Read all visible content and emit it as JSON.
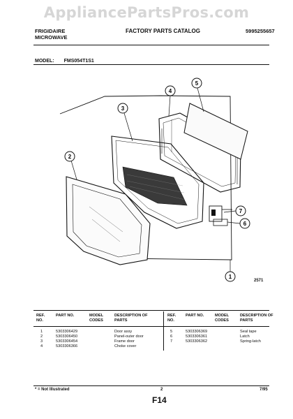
{
  "watermark": "AppliancePartsPros.com",
  "header": {
    "brand_line1": "FRIGIDAIRE",
    "brand_line2": "MICROWAVE",
    "title": "FACTORY PARTS CATALOG",
    "doc_number": "5995255657"
  },
  "model": {
    "label": "MODEL:",
    "value": "FMS054T1S1"
  },
  "callouts": [
    "1",
    "2",
    "3",
    "4",
    "5",
    "6",
    "7"
  ],
  "figure_number": "2571",
  "table_headers": {
    "ref_no": "REF. NO.",
    "part_no": "PART NO.",
    "model_codes": "MODEL CODES",
    "description": "DESCRIPTION OF PARTS"
  },
  "table_left": [
    {
      "ref": "1",
      "part": "5303306429",
      "desc": "Door assy"
    },
    {
      "ref": "2",
      "part": "5303306450",
      "desc": "Panel-outer door"
    },
    {
      "ref": "3",
      "part": "5303306454",
      "desc": "Frame door"
    },
    {
      "ref": "4",
      "part": "5303306366",
      "desc": "Choke cover"
    }
  ],
  "table_right": [
    {
      "ref": "5",
      "part": "5303306369",
      "desc": "Seal tape"
    },
    {
      "ref": "6",
      "part": "5303306361",
      "desc": "Latch"
    },
    {
      "ref": "7",
      "part": "5303306362",
      "desc": "Spring-latch"
    }
  ],
  "footer": {
    "note": "* = Not Illustrated",
    "page_number": "2",
    "date": "7/95",
    "page_id": "F14"
  }
}
